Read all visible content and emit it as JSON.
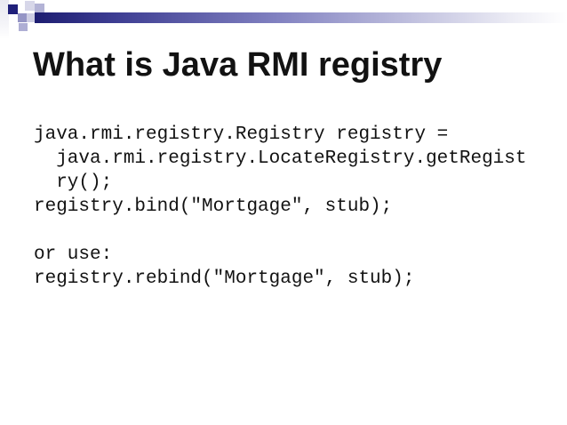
{
  "slide": {
    "title": "What is Java RMI registry",
    "code_lines": [
      "java.rmi.registry.Registry registry =",
      "  java.rmi.registry.LocateRegistry.getRegist",
      "  ry();",
      "registry.bind(\"Mortgage\", stub);",
      "",
      "or use:",
      "registry.rebind(\"Mortgage\", stub);"
    ]
  },
  "colors": {
    "title_text": "#121212",
    "code_text": "#121212",
    "bar_gradient_start": "#1d1d71",
    "bar_gradient_mid": "#8080c0",
    "bar_gradient_end": "#ffffff",
    "square_navy": "#20207a",
    "square_light_lavender": "#d7d7e9",
    "square_medium_lavender": "#b3b3d6",
    "square_slate_lavender": "#9595c5",
    "square_pale_lavender": "#cdcde3",
    "square_soft_lavender": "#aeaed4",
    "background": "#ffffff"
  }
}
